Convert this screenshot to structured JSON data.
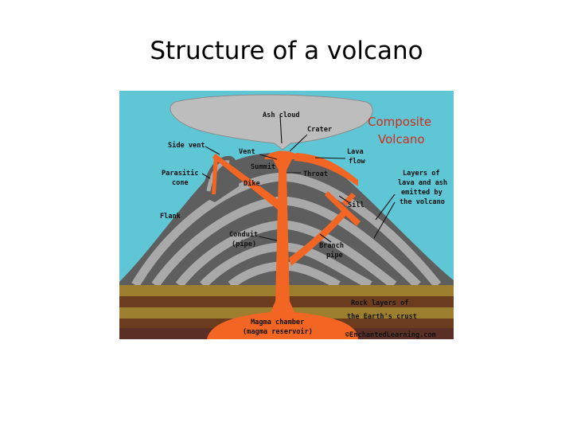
{
  "slide": {
    "title": "Structure of a volcano"
  },
  "diagram": {
    "title_line1": "Composite",
    "title_line2": "Volcano",
    "labels": {
      "ash_cloud": "Ash cloud",
      "crater": "Crater",
      "side_vent": "Side vent",
      "vent": "Vent",
      "lava_flow_1": "Lava",
      "lava_flow_2": "flow",
      "summit": "Summit",
      "parasitic_cone_1": "Parasitic",
      "parasitic_cone_2": "cone",
      "throat": "Throat",
      "dike": "Dike",
      "layers_1": "Layers of",
      "layers_2": "lava and ash",
      "layers_3": "emitted by",
      "layers_4": "the volcano",
      "sill": "Sill",
      "flank": "Flank",
      "conduit_1": "Conduit",
      "conduit_2": "(pipe)",
      "branch_1": "Branch",
      "branch_2": "pipe",
      "rock_layers_1": "Rock layers of",
      "rock_layers_2": "the Earth's crust",
      "magma_1": "Magma chamber",
      "magma_2": "(magma reservoir)",
      "credit": "©EnchantedLearning.com"
    },
    "colors": {
      "sky": "#5ec6d4",
      "ash": "#bdbdbd",
      "rock_dark": "#5e5e5e",
      "rock_light": "#a9a9a9",
      "lava": "#f26522",
      "crust_olive": "#9c7f2e",
      "crust_brown": "#6b3d1e",
      "title": "#d42a1a"
    }
  }
}
